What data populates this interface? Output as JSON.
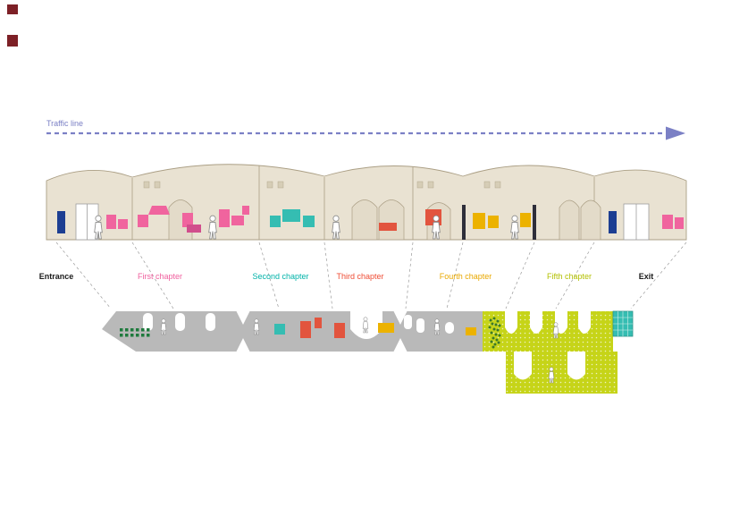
{
  "diagram": {
    "traffic_line": {
      "label": "Traffic line",
      "color": "#7b80c5"
    },
    "sections": {
      "entrance": {
        "label": "Entrance",
        "color": "#1a1a1a"
      },
      "chapters": [
        {
          "label": "First chapter",
          "color": "#f0609e"
        },
        {
          "label": "Second chapter",
          "color": "#00b3a9"
        },
        {
          "label": "Third chapter",
          "color": "#ef4d35"
        },
        {
          "label": "Fourth chapter",
          "color": "#e9a800"
        },
        {
          "label": "Fifth chapter",
          "color": "#b3c000"
        }
      ],
      "exit": {
        "label": "Exit",
        "color": "#1a1a1a"
      }
    },
    "palette": {
      "wall": "#e9e2d2",
      "wall_stroke": "#ab9f85",
      "plan_gray": "#b9b9b9",
      "pink": "#f0649e",
      "pink_dark": "#d14e8c",
      "teal": "#35bdb2",
      "red": "#e2543e",
      "yellow": "#ecb200",
      "lime": "#c6d418",
      "navy": "#1c3e92",
      "dark_green": "#1f7a3d",
      "corner_mark": "#7d2026"
    }
  }
}
